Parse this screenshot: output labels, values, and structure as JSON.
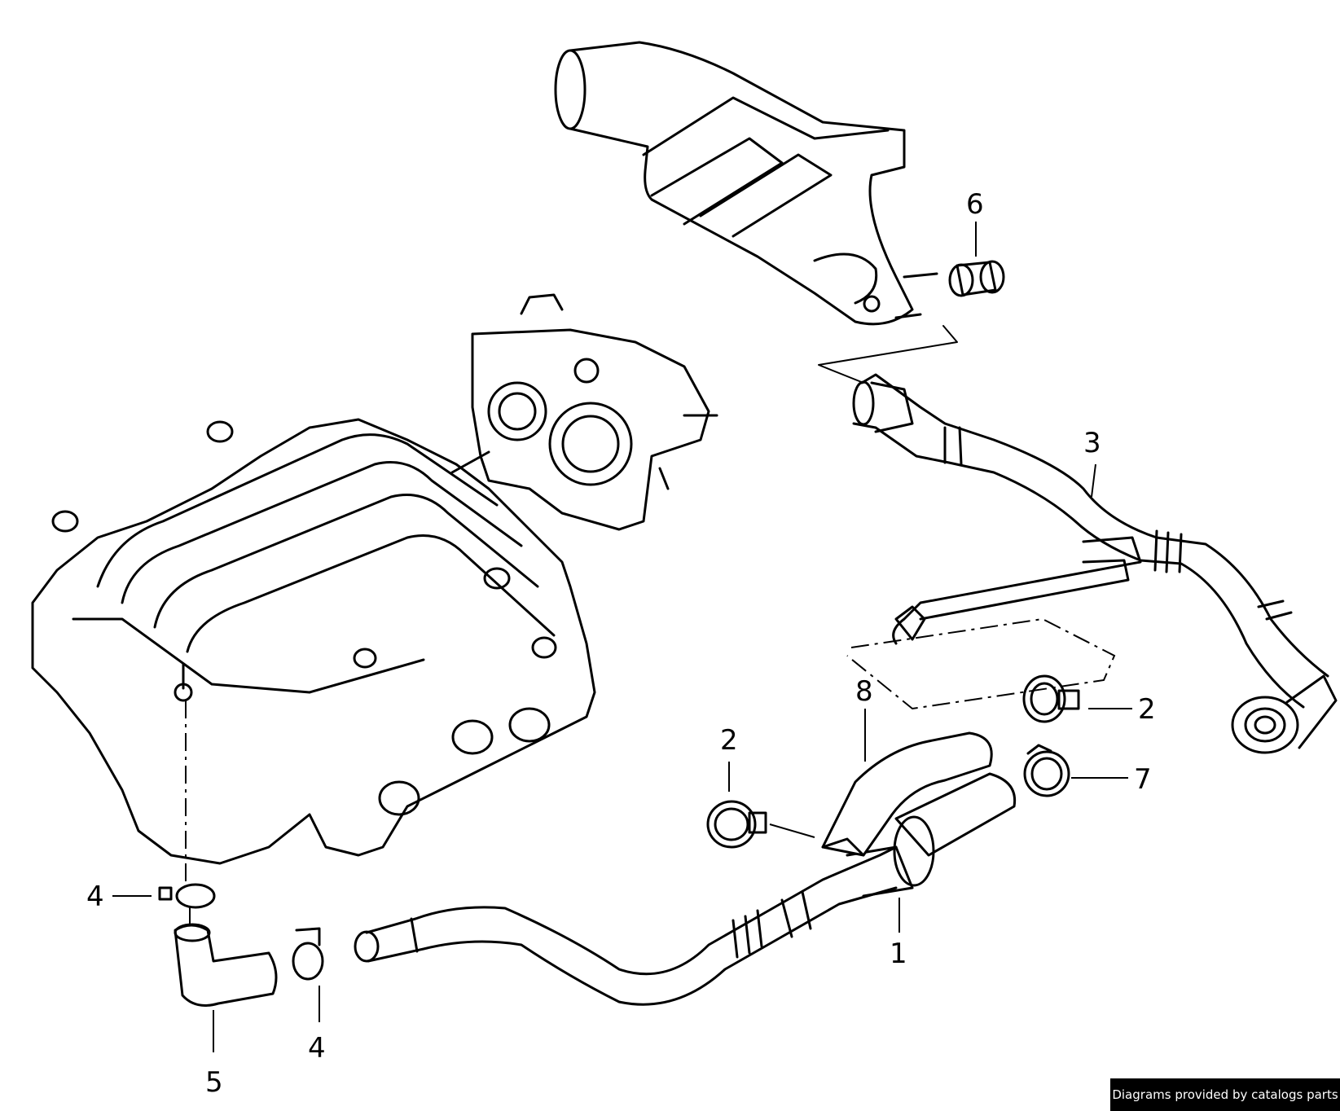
{
  "callouts": [
    {
      "id": "1",
      "text": "1"
    },
    {
      "id": "2a",
      "text": "2"
    },
    {
      "id": "2b",
      "text": "2"
    },
    {
      "id": "3",
      "text": "3"
    },
    {
      "id": "4a",
      "text": "4"
    },
    {
      "id": "4b",
      "text": "4"
    },
    {
      "id": "5",
      "text": "5"
    },
    {
      "id": "6",
      "text": "6"
    },
    {
      "id": "7",
      "text": "7"
    },
    {
      "id": "8",
      "text": "8"
    }
  ],
  "attribution": "Diagrams provided by catalogs parts"
}
